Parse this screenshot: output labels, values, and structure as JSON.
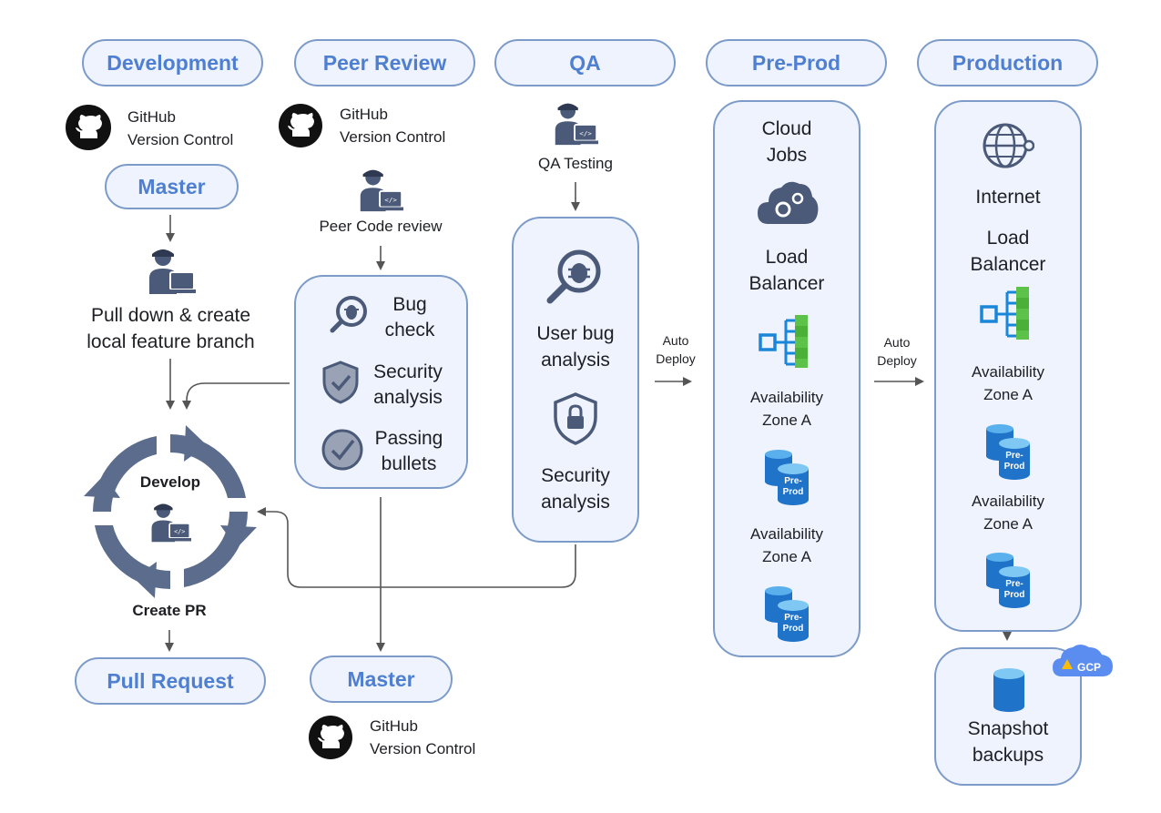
{
  "stages": {
    "development": "Development",
    "peer_review": "Peer Review",
    "qa": "QA",
    "pre_prod": "Pre-Prod",
    "production": "Production"
  },
  "development": {
    "github_title": "GitHub",
    "github_sub": "Version Control",
    "master": "Master",
    "pull_down_line1": "Pull down & create",
    "pull_down_line2": "local feature branch",
    "develop": "Develop",
    "create_pr": "Create PR",
    "pull_request": "Pull Request"
  },
  "peer_review": {
    "github_title": "GitHub",
    "github_sub": "Version Control",
    "peer_code_review": "Peer Code review",
    "bug_check_1": "Bug",
    "bug_check_2": "check",
    "security_1": "Security",
    "security_2": "analysis",
    "passing_1": "Passing",
    "passing_2": "bullets",
    "master": "Master",
    "github2_title": "GitHub",
    "github2_sub": "Version Control"
  },
  "qa": {
    "qa_testing": "QA Testing",
    "user_bug_1": "User bug",
    "user_bug_2": "analysis",
    "security_1": "Security",
    "security_2": "analysis"
  },
  "auto_deploy_1": {
    "line1": "Auto",
    "line2": "Deploy"
  },
  "auto_deploy_2": {
    "line1": "Auto",
    "line2": "Deploy"
  },
  "pre_prod": {
    "cloud_1": "Cloud",
    "cloud_2": "Jobs",
    "lb_1": "Load",
    "lb_2": "Balancer",
    "zone1_1": "Availability",
    "zone1_2": "Zone A",
    "zone2_1": "Availability",
    "zone2_2": "Zone A",
    "db_label_1": "Pre-",
    "db_label_2": "Prod"
  },
  "production": {
    "internet": "Internet",
    "lb_1": "Load",
    "lb_2": "Balancer",
    "zone1_1": "Availability",
    "zone1_2": "Zone A",
    "zone2_1": "Availability",
    "zone2_2": "Zone A",
    "db_label_1": "Pre-",
    "db_label_2": "Prod",
    "snapshot_1": "Snapshot",
    "snapshot_2": "backups",
    "gcp": "GCP"
  },
  "colors": {
    "pill_text": "#4f7fd1",
    "border": "#7d9bc9",
    "panel_fill": "#eef3fd",
    "icon_slate": "#4a5a78",
    "db_blue": "#1f73c8",
    "lb_green": "#5cc24a",
    "lb_blue": "#1a86d8"
  }
}
